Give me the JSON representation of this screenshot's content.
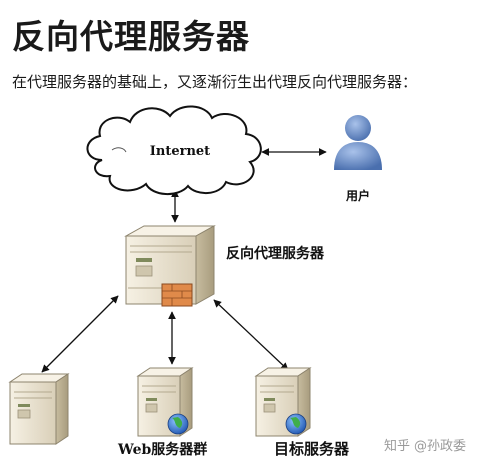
{
  "header": {
    "title": "反向代理服务器",
    "intro": "在代理服务器的基础上，又逐渐衍生出代理反向代理服务器："
  },
  "diagram": {
    "internet_label": "Internet",
    "user_label": "用户",
    "reverse_proxy_label": "反向代理服务器",
    "web_cluster_label": "Web服务器群",
    "target_label": "目标服务器"
  },
  "watermark": {
    "brand": "知乎",
    "author": "@孙政委"
  },
  "colors": {
    "cloud_fill": "#ffffff",
    "server_body": "#ece4d2",
    "user_blue": "#5b82c2",
    "globe_blue": "#2f6fd0",
    "firewall": "#e08a4a"
  }
}
